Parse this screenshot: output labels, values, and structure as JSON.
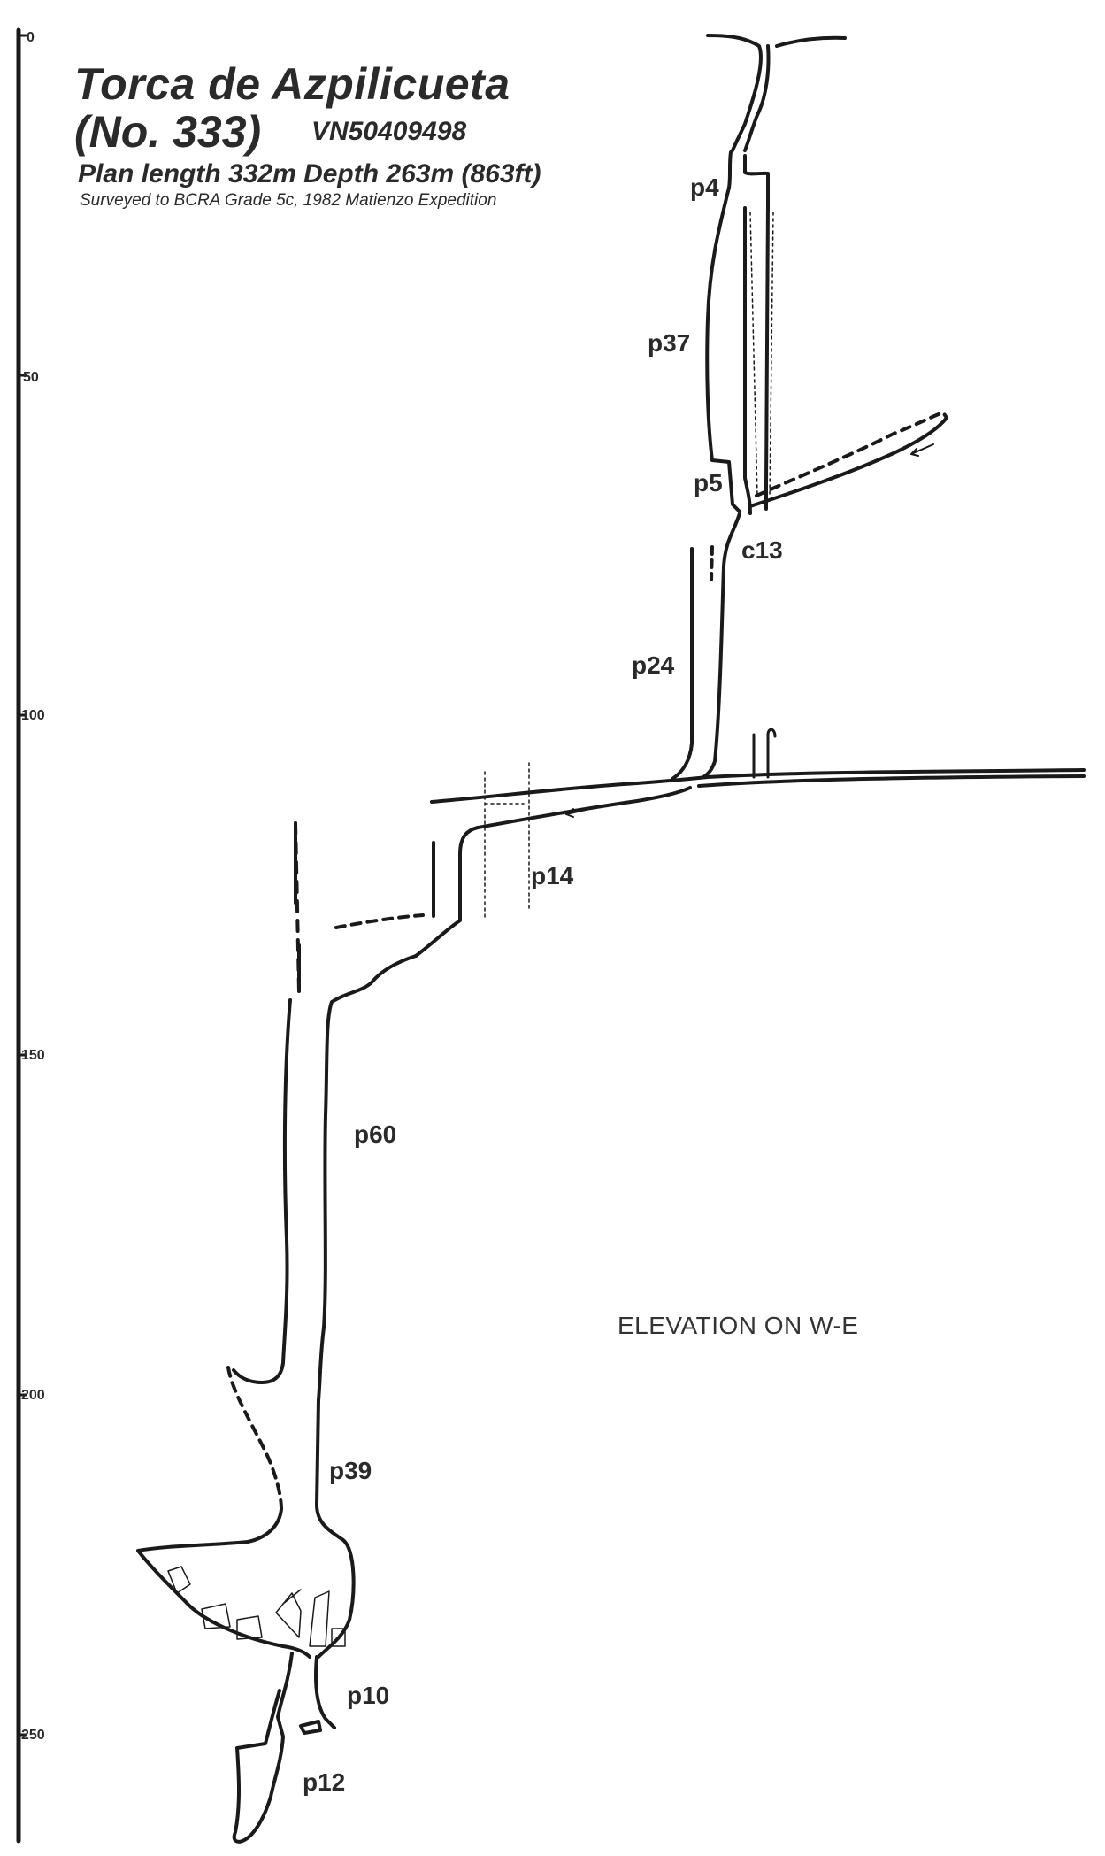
{
  "title": {
    "line1": "Torca de Azpilicueta",
    "line2": "(No. 333)",
    "grid_ref": "VN50409498",
    "plan": "Plan length 332m Depth 263m (863ft)",
    "credit": "Surveyed to BCRA Grade 5c, 1982 Matienzo Expedition"
  },
  "depth_scale": {
    "ticks": [
      {
        "label": "0",
        "depth": 0
      },
      {
        "label": "50",
        "depth": 50
      },
      {
        "label": "100",
        "depth": 100
      },
      {
        "label": "150",
        "depth": 150
      },
      {
        "label": "200",
        "depth": 200
      },
      {
        "label": "250",
        "depth": 250
      }
    ]
  },
  "pitches": [
    {
      "label": "p4"
    },
    {
      "label": "p37"
    },
    {
      "label": "p5"
    },
    {
      "label": "c13"
    },
    {
      "label": "p24"
    },
    {
      "label": "p14"
    },
    {
      "label": "p60"
    },
    {
      "label": "p39"
    },
    {
      "label": "p10"
    },
    {
      "label": "p12"
    }
  ],
  "view_label": "ELEVATION ON W-E",
  "colors": {
    "ink": "#1a1a1a",
    "paper": "#ffffff"
  }
}
